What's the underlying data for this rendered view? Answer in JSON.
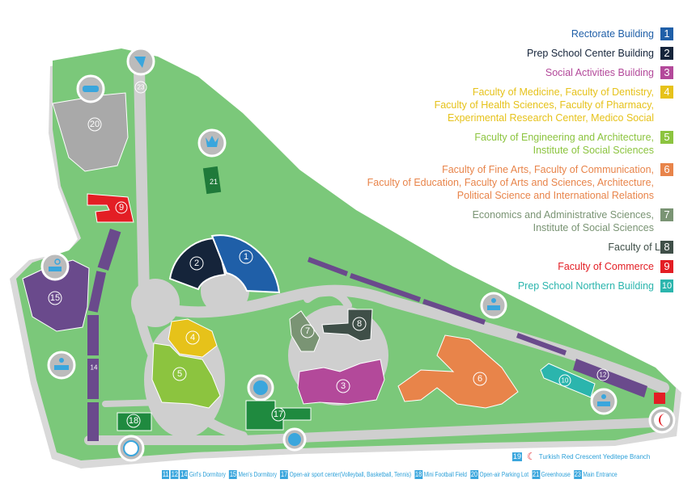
{
  "legend": [
    {
      "num": "1",
      "text": "Rectorate Building",
      "color": "#1f5fa8"
    },
    {
      "num": "2",
      "text": "Prep School Center Building",
      "color": "#15243a"
    },
    {
      "num": "3",
      "text": "Social Activities Building",
      "color": "#b3499a"
    },
    {
      "num": "4",
      "text": "Faculty of Medicine, Faculty of Dentistry,\nFaculty of Health Sciences, Faculty of Pharmacy,\nExperimental Research Center, Medico Social",
      "color": "#e6c21a"
    },
    {
      "num": "5",
      "text": "Faculty of Engineering and Architecture,\nInstitute of Social Sciences",
      "color": "#8cc43f"
    },
    {
      "num": "6",
      "text": "Faculty of Fine Arts, Faculty of Communication,\nFaculty of Education, Faculty of Arts and Sciences, Architecture,\nPolitical Science and International Relations",
      "color": "#e8844a"
    },
    {
      "num": "7",
      "text": "Economics and Administrative Sciences,\nInstitute of Social Sciences",
      "color": "#7a9474"
    },
    {
      "num": "8",
      "text": "Faculty of L",
      "color": "#3f4f48"
    },
    {
      "num": "9",
      "text": "Faculty of Commerce",
      "color": "#e31e24"
    },
    {
      "num": "10",
      "text": "Prep School Northern Building",
      "color": "#2bb5ad"
    }
  ],
  "red_crescent": {
    "num": "19",
    "text": "Turkish Red Crescent Yeditepe Branch"
  },
  "bottom_legend": [
    {
      "nums": [
        "11",
        "12",
        "14"
      ],
      "text": "Girl's Dormitory"
    },
    {
      "nums": [
        "15"
      ],
      "text": "Men's Dormitory"
    },
    {
      "nums": [
        "17"
      ],
      "text": "Open-air sport center(Volleyball, Basketball, Tennis)"
    },
    {
      "nums": [
        "18"
      ],
      "text": "Mini Football Field"
    },
    {
      "nums": [
        "20"
      ],
      "text": "Open-air Parking Lot"
    },
    {
      "nums": [
        "21"
      ],
      "text": "Greenhouse"
    },
    {
      "nums": [
        "23"
      ],
      "text": "Main Entrance"
    }
  ],
  "map_labels": {
    "b1": "1",
    "b2": "2",
    "b3": "3",
    "b4": "4",
    "b5": "5",
    "b6": "6",
    "b7": "7",
    "b8": "8",
    "b9": "9",
    "b10": "10",
    "b12": "12",
    "b14": "14",
    "b15": "15",
    "b17": "17",
    "b18": "18",
    "b20": "20",
    "b21": "21",
    "b23": "23"
  },
  "colors": {
    "campus": "#7bc87a",
    "road": "#cfcfcf",
    "dorm": "#6a4a8c",
    "sport": "#1f8a3f",
    "parking": "#a9a9a9",
    "pin": "#3aa6dd"
  }
}
